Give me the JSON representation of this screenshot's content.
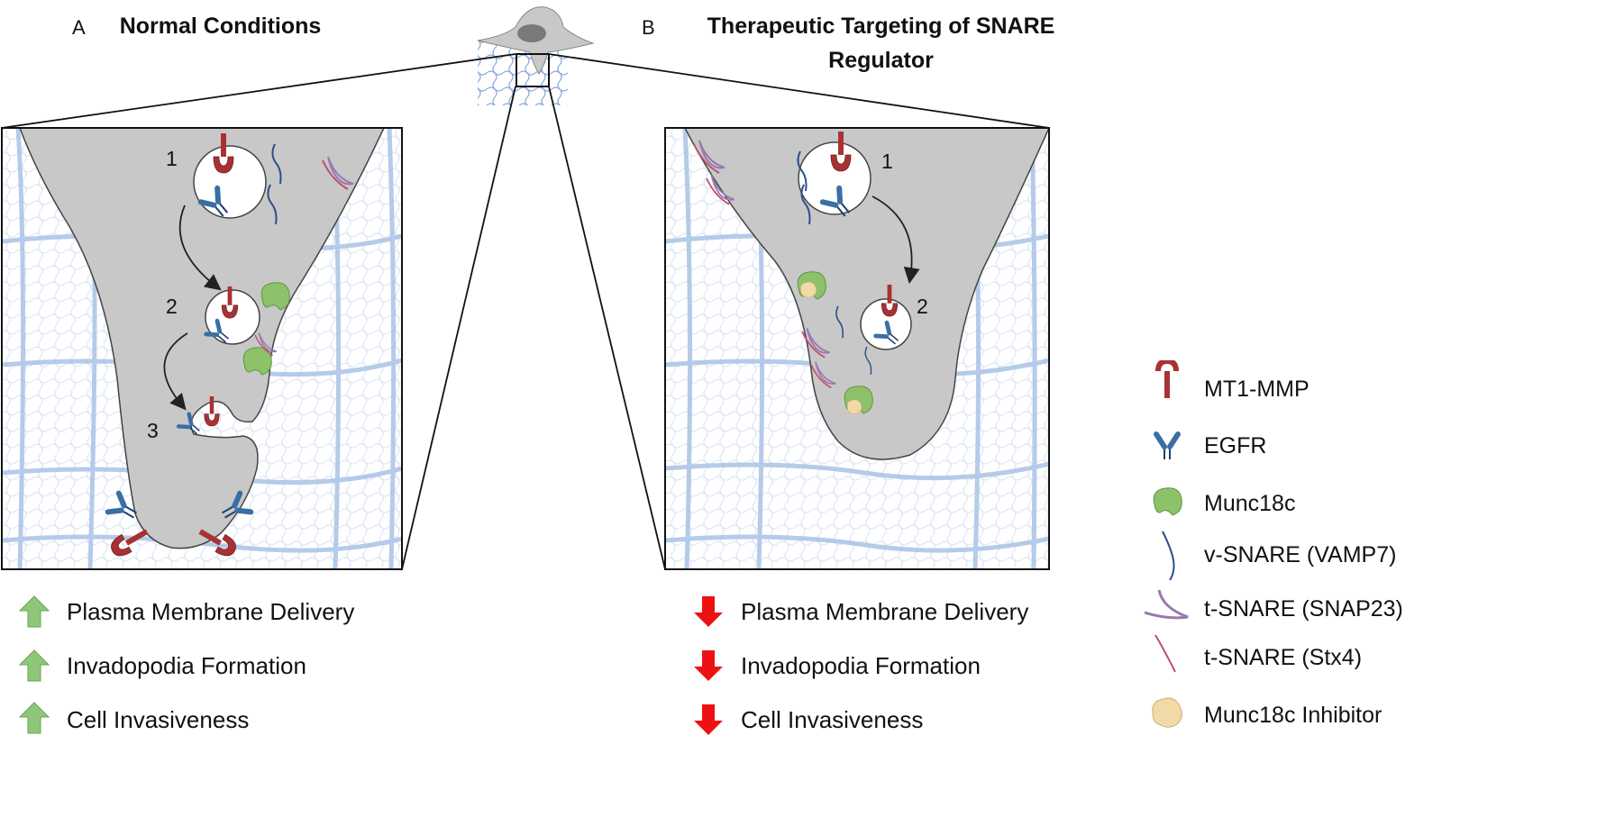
{
  "panels": {
    "a": {
      "letter": "A",
      "title": "Normal Conditions",
      "steps": [
        "1",
        "2",
        "3"
      ],
      "effects": [
        "Plasma Membrane Delivery",
        "Invadopodia Formation",
        "Cell Invasiveness"
      ],
      "effect_direction": "up",
      "arrow_color": "#8fc77a"
    },
    "b": {
      "letter": "B",
      "title": "Therapeutic Targeting of SNARE Regulator",
      "steps": [
        "1",
        "2"
      ],
      "effects": [
        "Plasma Membrane Delivery",
        "Invadopodia Formation",
        "Cell Invasiveness"
      ],
      "effect_direction": "down",
      "arrow_color": "#ee1111"
    }
  },
  "legend": [
    {
      "label": "MT1-MMP",
      "icon": "mt1-mmp-icon"
    },
    {
      "label": "EGFR",
      "icon": "egfr-icon"
    },
    {
      "label": "Munc18c",
      "icon": "munc18c-icon"
    },
    {
      "label": "v-SNARE (VAMP7)",
      "icon": "v-snare-icon"
    },
    {
      "label": "t-SNARE (SNAP23)",
      "icon": "snap23-icon"
    },
    {
      "label": "t-SNARE (Stx4)",
      "icon": "stx4-icon"
    },
    {
      "label": "Munc18c Inhibitor",
      "icon": "inhibitor-icon"
    }
  ],
  "colors": {
    "mt1_mmp": "#a83232",
    "egfr": "#3a6fa5",
    "munc18c": "#8ec26a",
    "v_snare": "#2c4f86",
    "snap23": "#9b78b0",
    "stx4": "#c0506a",
    "inhibitor": "#f2d9a8",
    "cell": "#c8c8c8",
    "matrix": "#a9c3e6"
  }
}
